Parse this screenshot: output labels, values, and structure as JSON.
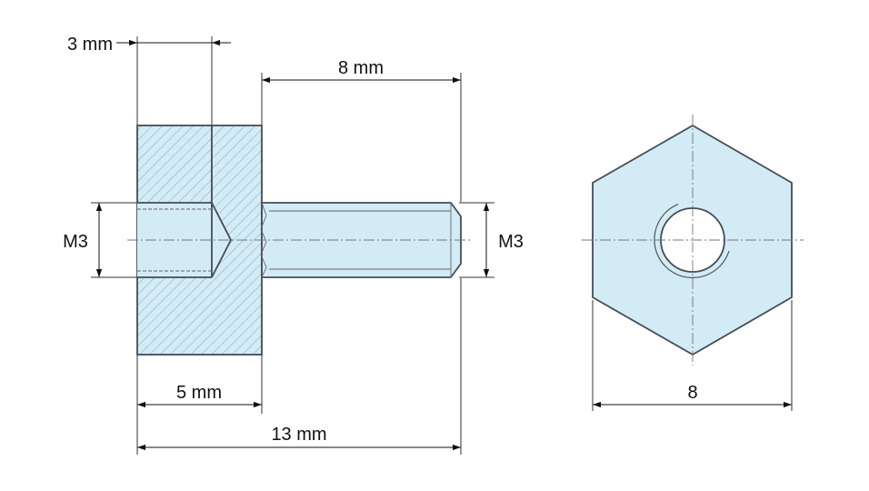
{
  "colors": {
    "fill": "#d3ebf5",
    "outline": "#444c55",
    "hatch": "#7fa8c2",
    "dimension": "#111111"
  },
  "side_view": {
    "dims": {
      "top_bore_depth": "3 mm",
      "stud_length": "8 mm",
      "left_thread": "M3",
      "right_thread": "M3",
      "body_length": "5 mm",
      "total_length": "13 mm"
    }
  },
  "end_view": {
    "dims": {
      "across_corners": "8"
    }
  }
}
